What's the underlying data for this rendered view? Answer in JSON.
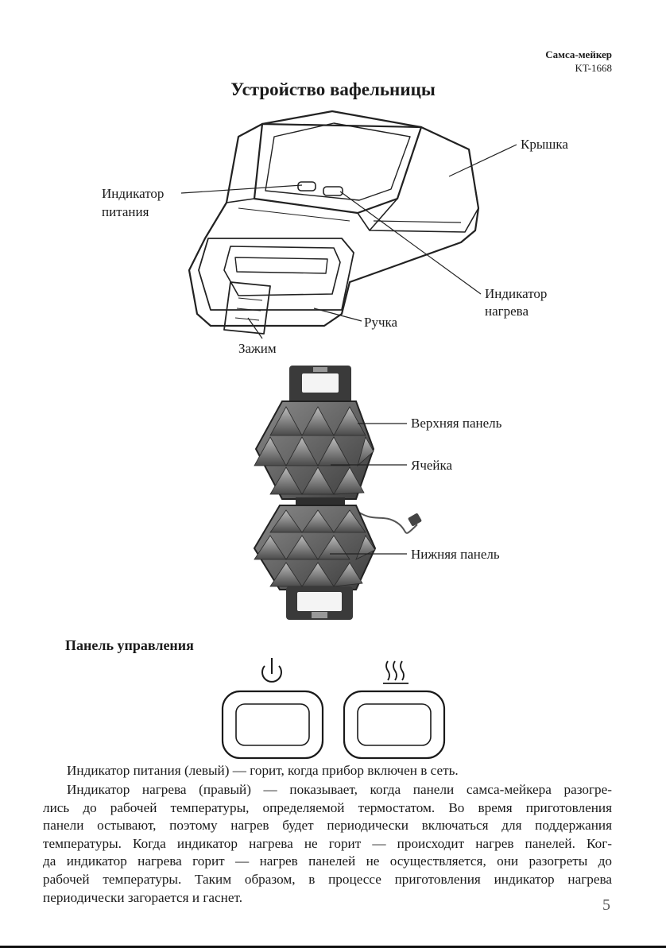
{
  "header": {
    "product": "Самса-мейкер",
    "model": "KT-1668"
  },
  "title": "Устройство вафельницы",
  "diagram1": {
    "labels": {
      "lid": "Крышка",
      "power_indicator_l1": "Индикатор",
      "power_indicator_l2": "питания",
      "heat_indicator_l1": "Индикатор",
      "heat_indicator_l2": "нагрева",
      "handle": "Ручка",
      "latch": "Зажим"
    }
  },
  "diagram2": {
    "labels": {
      "upper_panel": "Верхняя панель",
      "cell": "Ячейка",
      "lower_panel": "Нижняя панель"
    }
  },
  "control_panel": {
    "heading": "Панель управления",
    "icons": [
      "power-icon",
      "heat-icon"
    ]
  },
  "body_text": {
    "p1": [
      "Индикатор питания (левый) — горит, когда прибор включен в сеть."
    ],
    "p2": [
      "Индикатор нагрева (правый) — показывает, когда панели самса-мейкера разогре-",
      "лись до рабочей температуры, определяемой термостатом. Во время приготовления",
      "панели остывают, поэтому нагрев будет периодически включаться для поддержания",
      "температуры. Когда индикатор нагрева не горит — происходит нагрев панелей. Ког-",
      "да индикатор нагрева горит — нагрев панелей не осуществляется, они разогреты до",
      "рабочей температуры. Таким образом, в процессе приготовления индикатор нагрева",
      "периодически загорается и гаснет."
    ]
  },
  "page_number": "5"
}
